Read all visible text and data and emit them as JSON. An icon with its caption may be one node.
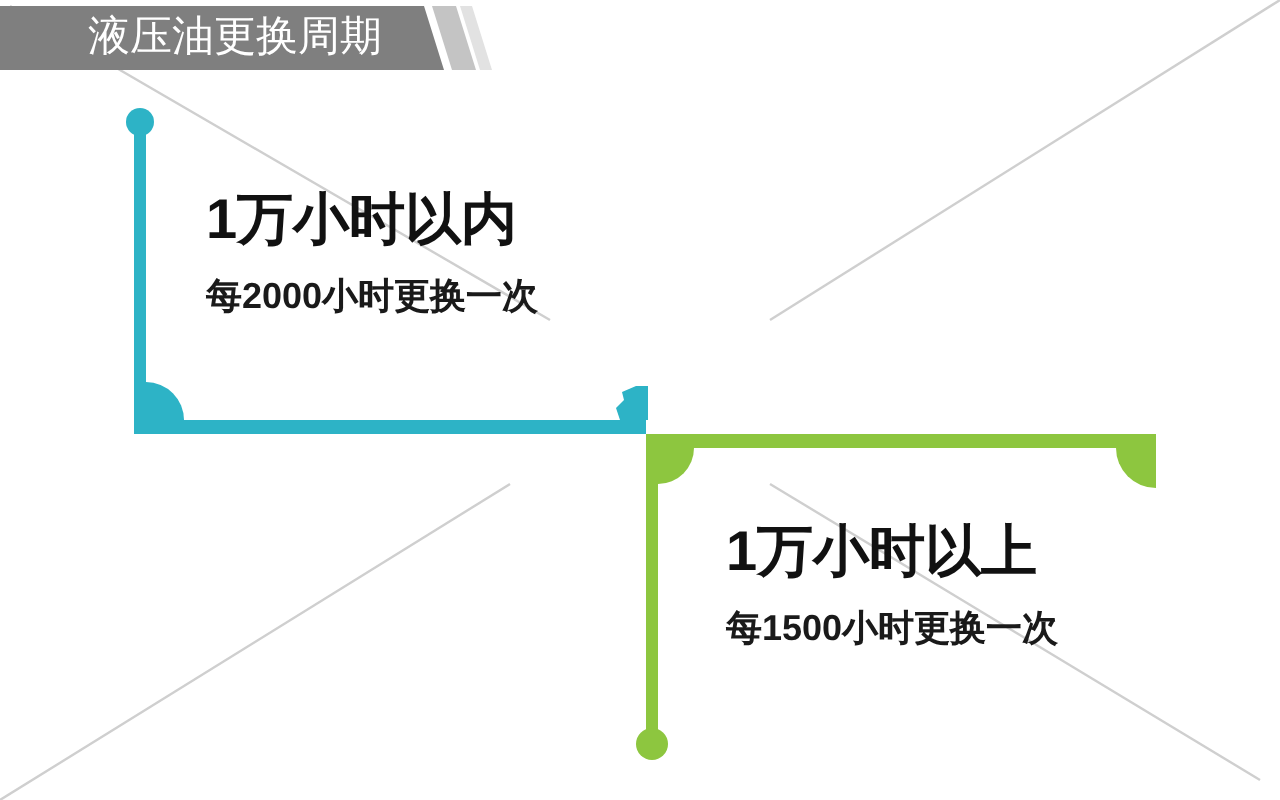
{
  "diagram": {
    "title": "液压油更换周期",
    "nodes": [
      {
        "text": [
          "1万小时以内",
          "每2000小时更换一次"
        ]
      },
      {
        "text": [
          "1万小时以上",
          "每1500小时更换一次"
        ]
      }
    ]
  }
}
